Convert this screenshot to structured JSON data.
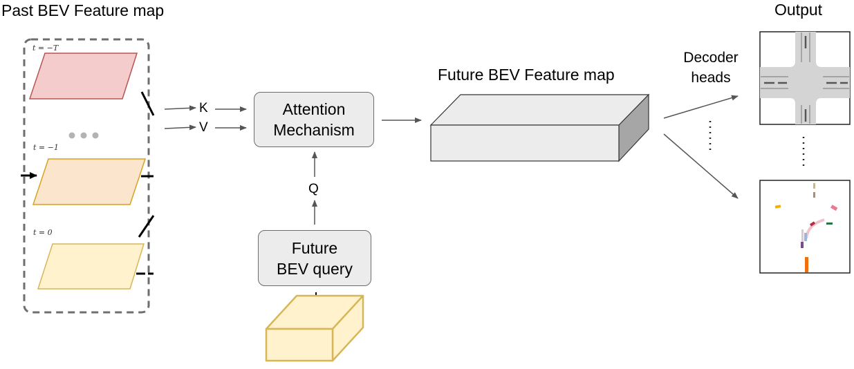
{
  "labels": {
    "past_bev_title": "Past BEV Feature map",
    "output_title": "Output",
    "future_bev_title": "Future BEV Feature map",
    "decoder_heads_line1": "Decoder",
    "decoder_heads_line2": "heads",
    "time_top": "t = −T",
    "time_mid": "t = −1",
    "time_bottom": "t = 0",
    "key": "K",
    "value": "V",
    "query": "Q"
  },
  "attention_box": {
    "line1": "Attention",
    "line2": "Mechanism"
  },
  "future_query_box": {
    "line1": "Future",
    "line2": "BEV query"
  },
  "colors": {
    "slab_red_fill": "#f4cccc",
    "slab_red_stroke": "#b85450",
    "slab_orange_fill": "#fce5cd",
    "slab_orange_stroke": "#d6a21e",
    "slab_yellow_fill": "#fff2cc",
    "slab_yellow_stroke": "#d6b656",
    "box_fill": "#ececec",
    "cube_face": "#ececec",
    "cube_side": "#a6a6a6"
  }
}
